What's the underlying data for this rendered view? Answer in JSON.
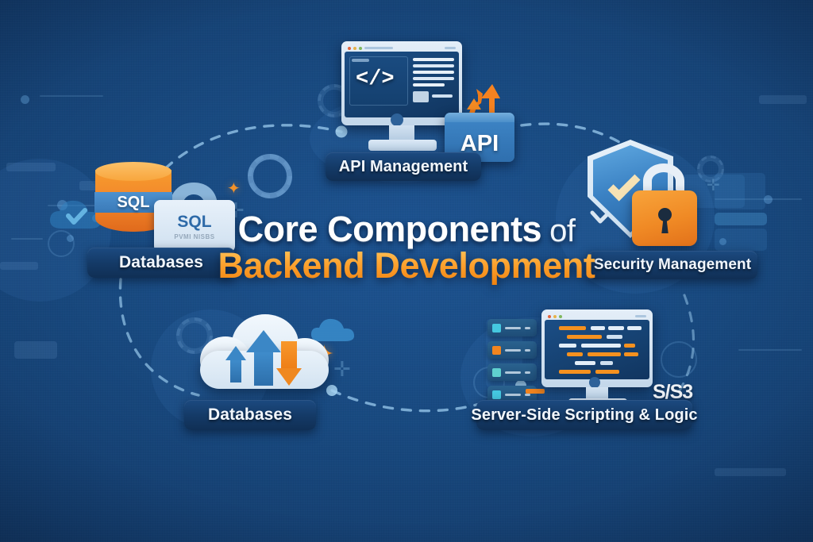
{
  "poster": {
    "title_line1_bold": "Core Components",
    "title_line1_light": "of",
    "title_line2": "Backend Development",
    "background_color": "#143d6d",
    "accent_orange": "#f0820f",
    "accent_blue": "#3f87c8",
    "label_pill_color": "#143a67"
  },
  "nodes": [
    {
      "id": "api-management",
      "label": "API Management",
      "icon": "monitor-code-api-icon",
      "position": "top-center",
      "screen_glyph": "</>",
      "card_text": "API"
    },
    {
      "id": "databases-left",
      "label": "Databases",
      "icon": "sql-database-cylinder-icon",
      "position": "left",
      "cylinder_text": "SQL",
      "bubble_text": "SQL",
      "bubble_subtext": "PVMI NISBS"
    },
    {
      "id": "security-management",
      "label": "Security Management",
      "icon": "shield-check-padlock-icon",
      "position": "right"
    },
    {
      "id": "databases-bottom",
      "label": "Databases",
      "icon": "cloud-upload-download-icon",
      "position": "bottom-left"
    },
    {
      "id": "server-side-scripting",
      "label": "Server-Side Scripting & Logic",
      "icon": "server-rack-code-monitor-icon",
      "position": "bottom-right",
      "corner_glyph": "S/S3"
    }
  ],
  "decorations": {
    "sparkle_glyph": "✦",
    "plus_glyph": "✛",
    "arc_style": "dashed",
    "arc_color": "#9fd0f2"
  }
}
